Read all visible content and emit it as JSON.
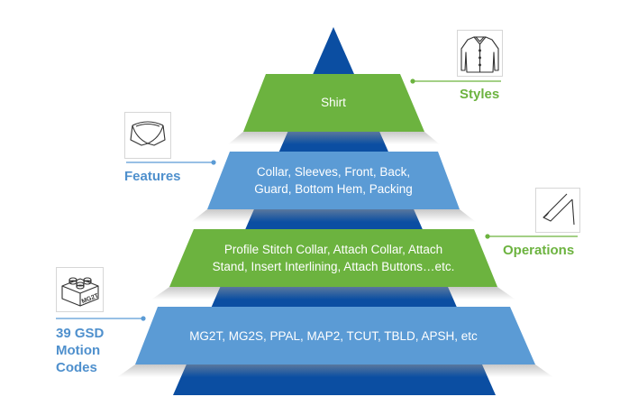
{
  "colors": {
    "pyramid": "#0b4ea2",
    "green": "#6cb33f",
    "light_blue": "#5b9bd5",
    "label_green": "#6cb33f",
    "label_blue": "#4f90cd"
  },
  "levels": [
    {
      "id": "styles",
      "band_lines": [
        "Shirt"
      ],
      "label_lines": [
        "Styles"
      ],
      "color": "green",
      "icon": "shirt-icon"
    },
    {
      "id": "features",
      "band_lines": [
        "Collar, Sleeves, Front, Back,",
        "Guard, Bottom Hem, Packing"
      ],
      "label_lines": [
        "Features"
      ],
      "color": "light_blue",
      "icon": "collar-icon"
    },
    {
      "id": "operations",
      "band_lines": [
        "Profile Stitch Collar, Attach Collar, Attach",
        "Stand, Insert Interlining, Attach Buttons…etc."
      ],
      "label_lines": [
        "Operations"
      ],
      "color": "green",
      "icon": "collar-point-icon"
    },
    {
      "id": "gsd",
      "band_lines": [
        "MG2T, MG2S, PPAL, MAP2, TCUT, TBLD, APSH, etc"
      ],
      "label_lines": [
        "39 GSD",
        "Motion",
        "Codes"
      ],
      "color": "light_blue",
      "icon": "mg2t-block-icon",
      "icon_text": "MG2T"
    }
  ]
}
